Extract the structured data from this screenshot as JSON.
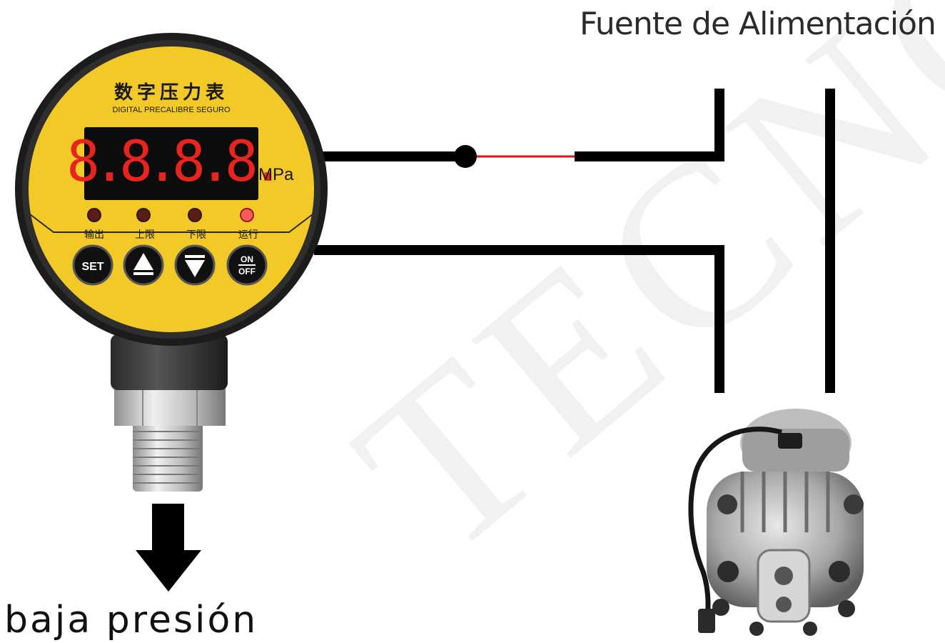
{
  "labels": {
    "power_supply": "Fuente de Alimentación",
    "low_pressure": "baja presión",
    "watermark": "TECNO"
  },
  "gauge": {
    "title_cn": "数字压力表",
    "subtitle": "DIGITAL PRECALIBRE SEGURO",
    "display": "8.8.8.8.",
    "unit": "MPa",
    "indicators": [
      {
        "label": "输出",
        "color": "#5a1c14"
      },
      {
        "label": "上限",
        "color": "#5a1c14"
      },
      {
        "label": "下限",
        "color": "#5a1c14"
      },
      {
        "label": "运行",
        "color": "#ff5a5a"
      }
    ],
    "buttons": {
      "set": "SET",
      "on": "ON",
      "off": "OFF"
    }
  },
  "colors": {
    "face": "#f2c926",
    "bezel": "#1c1c1c",
    "display_bg": "#0c0c0c",
    "digits": "#e8241f",
    "wire": "#000000",
    "fuse_wire": "#e01414"
  }
}
